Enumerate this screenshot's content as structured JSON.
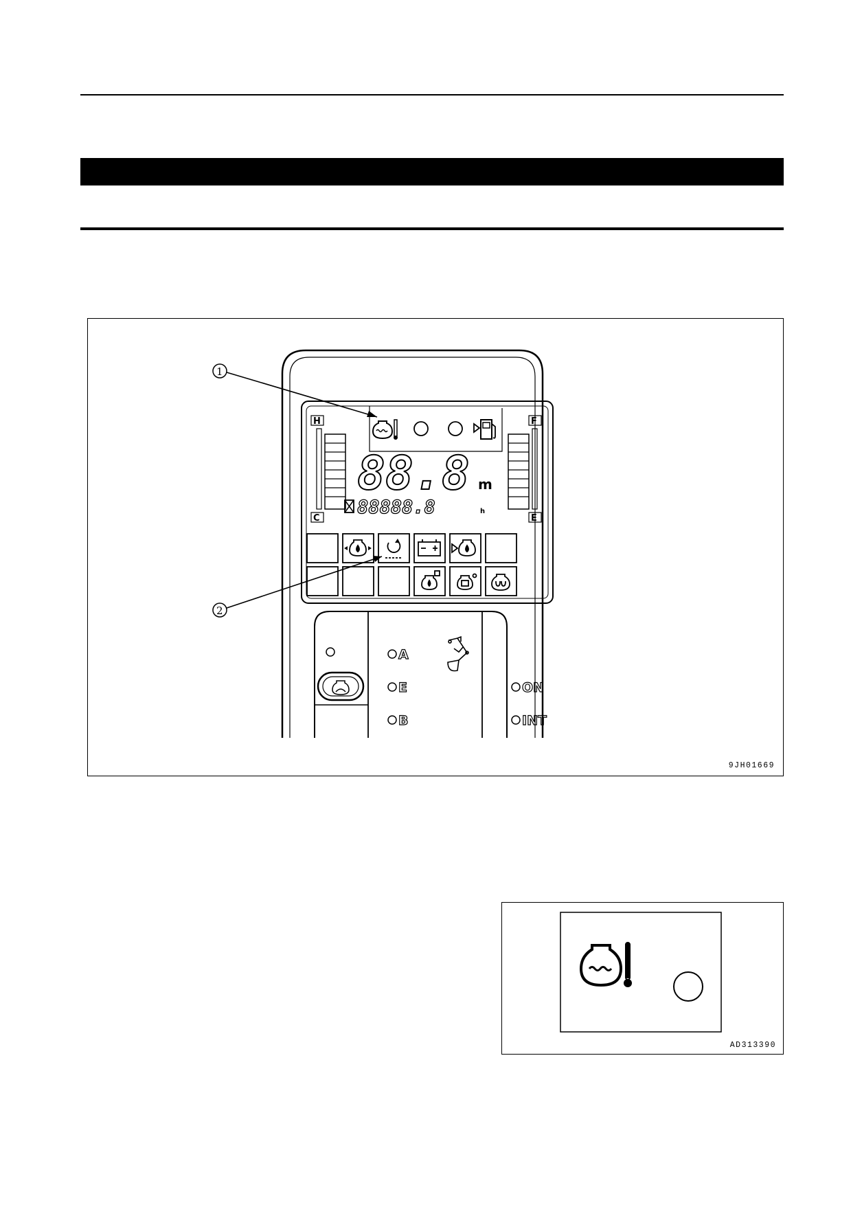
{
  "figure_main": {
    "code": "9JH01669",
    "callouts": [
      "1",
      "2"
    ],
    "gauges": {
      "left_top_label": "H",
      "left_bottom_label": "C",
      "right_top_label": "F",
      "right_bottom_label": "E"
    },
    "display": {
      "big_digits": "88.8",
      "big_unit": "m",
      "hour_digits": "88888.8",
      "hour_unit": "h"
    },
    "top_icons": [
      "coolant-temperature-icon",
      "indicator-lamp-icon",
      "indicator-lamp-icon",
      "fuel-icon"
    ],
    "warning_row_1": [
      "blank",
      "engine-oil-pressure-icon",
      "charge-level-icon",
      "battery-icon",
      "oil-level-icon",
      "blank"
    ],
    "warning_row_2": [
      "blank",
      "blank",
      "blank",
      "hydraulic-oil-icon",
      "radiator-icon",
      "preheat-icon"
    ],
    "switch_panel": {
      "mode_labels": [
        "A",
        "E",
        "B"
      ],
      "wiper_labels": [
        "ON",
        "INT"
      ],
      "icons": [
        "auto-decel-switch-icon",
        "work-mode-icon"
      ]
    }
  },
  "figure_small": {
    "code": "AD313390",
    "icons": [
      "coolant-temperature-icon",
      "indicator-lamp-icon"
    ]
  }
}
